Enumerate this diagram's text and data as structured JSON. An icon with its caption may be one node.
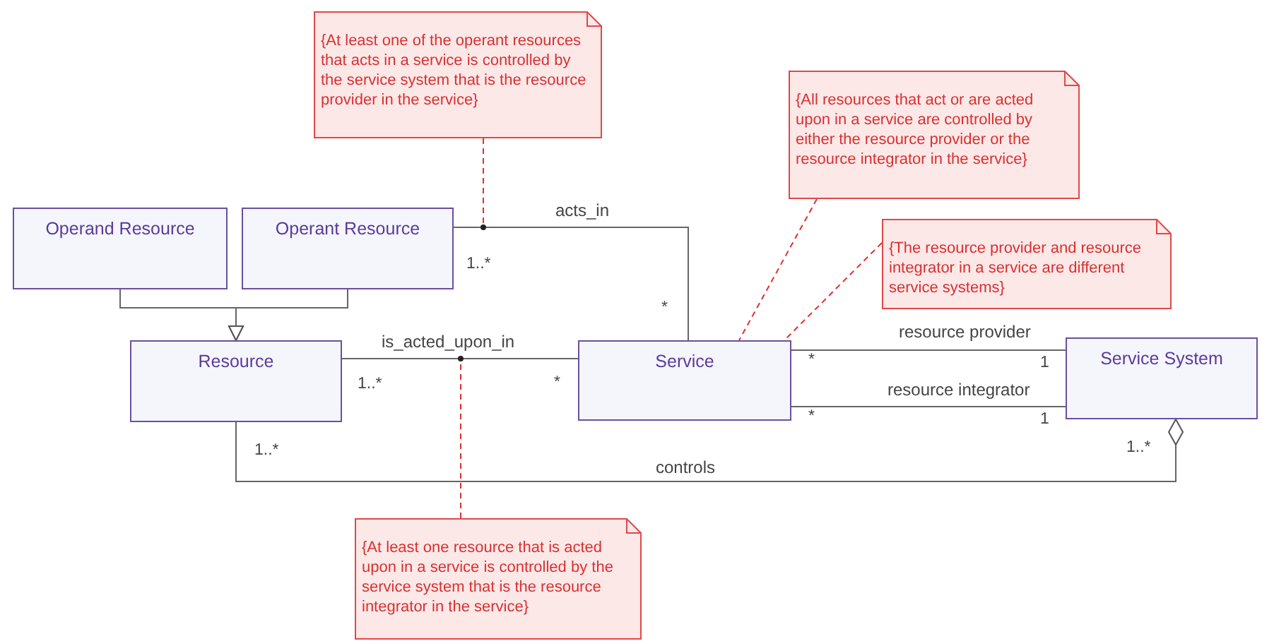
{
  "diagram": {
    "nodes": [
      {
        "text": [
          "{At least one of the operant resources that acts in a service is controlled by the service system that is the resource provider in the service}"
        ]
      },
      {
        "text": [
          "{All resources that act or are acted upon in a service are controlled by either the resource provider or the resource integrator in the service}"
        ]
      },
      {
        "text": [
          "{The resource provider and resource integrator in a service are different service systems}"
        ]
      },
      {
        "text": [
          "Operand Resource"
        ]
      },
      {
        "text": [
          "Operant Resource"
        ]
      },
      {
        "text": [
          "Resource"
        ]
      },
      {
        "text": [
          "Service"
        ]
      },
      {
        "text": [
          "Service System"
        ]
      },
      {
        "text": [
          "{At least one resource that is acted upon in a service is controlled by the service system that is the resource integrator in the service}"
        ]
      }
    ],
    "edges": [
      {
        "from": 3,
        "to": 5,
        "arrow": "to"
      },
      {
        "from": 4,
        "to": 5,
        "arrow": "to"
      },
      {
        "from": 4,
        "to": 6,
        "arrow": "none",
        "label": "acts_in"
      },
      {
        "from": 5,
        "to": 6,
        "arrow": "none",
        "label": "is_acted_upon_in"
      },
      {
        "from": 6,
        "to": 7,
        "arrow": "none",
        "label": "resource provider"
      },
      {
        "from": 6,
        "to": 7,
        "arrow": "none",
        "label": "resource integrator"
      },
      {
        "from": 5,
        "to": 7,
        "arrow": "other",
        "label": "controls"
      },
      {
        "from": 0,
        "to": null,
        "arrow": "none",
        "style": "dashed",
        "color": "#e03030"
      },
      {
        "from": 1,
        "to": 6,
        "arrow": "none",
        "style": "dashed",
        "color": "#e03030"
      },
      {
        "from": 2,
        "to": 6,
        "arrow": "none",
        "style": "dashed",
        "color": "#e03030"
      },
      {
        "from": 8,
        "to": null,
        "arrow": "none",
        "style": "dashed",
        "color": "#e03030"
      }
    ],
    "labels": [
      "1..*",
      "*",
      "1..*",
      "*",
      "*",
      "1",
      "*",
      "1",
      "1..*",
      "1..*"
    ]
  }
}
